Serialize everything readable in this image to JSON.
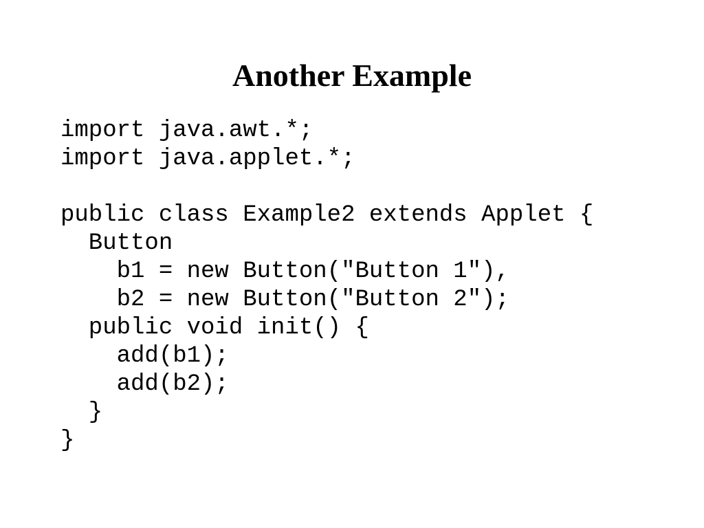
{
  "slide": {
    "title": "Another Example",
    "code_lines": [
      "import java.awt.*;",
      "import java.applet.*;",
      "",
      "public class Example2 extends Applet {",
      "  Button",
      "    b1 = new Button(\"Button 1\"),",
      "    b2 = new Button(\"Button 2\");",
      "  public void init() {",
      "    add(b1);",
      "    add(b2);",
      "  }",
      "}"
    ]
  }
}
